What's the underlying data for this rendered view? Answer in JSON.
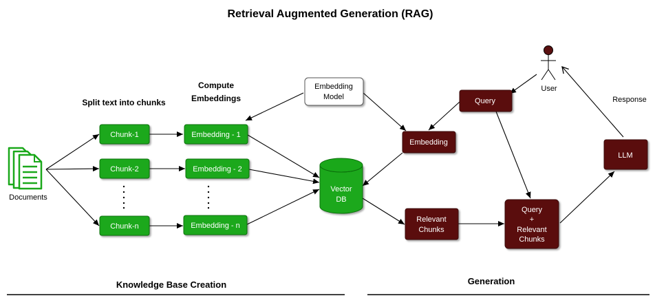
{
  "title": "Retrieval Augmented Generation (RAG)",
  "colors": {
    "green_fill": "#1aa81a",
    "green_stroke": "#0b6f0b",
    "maroon_fill": "#5a1010",
    "maroon_stroke": "#3a0808",
    "white_fill": "#ffffff",
    "line": "#000000"
  },
  "labels": {
    "split_text": "Split text into chunks",
    "compute_line1": "Compute",
    "compute_line2": "Embeddings",
    "documents": "Documents",
    "user": "User",
    "response": "Response",
    "kb_creation": "Knowledge Base Creation",
    "generation": "Generation"
  },
  "nodes": {
    "chunk1": "Chunk-1",
    "chunk2": "Chunk-2",
    "chunkn": "Chunk-n",
    "emb1": "Embedding - 1",
    "emb2": "Embedding - 2",
    "embn": "Embedding - n",
    "embedding_model_line1": "Embedding",
    "embedding_model_line2": "Model",
    "vector_db_line1": "Vector",
    "vector_db_line2": "DB",
    "query": "Query",
    "embedding": "Embedding",
    "relevant_line1": "Relevant",
    "relevant_line2": "Chunks",
    "qrc_line1": "Query",
    "qrc_line2": "+",
    "qrc_line3": "Relevant",
    "qrc_line4": "Chunks",
    "llm": "LLM"
  },
  "icons": {
    "documents": "documents-icon",
    "user": "user-icon"
  }
}
